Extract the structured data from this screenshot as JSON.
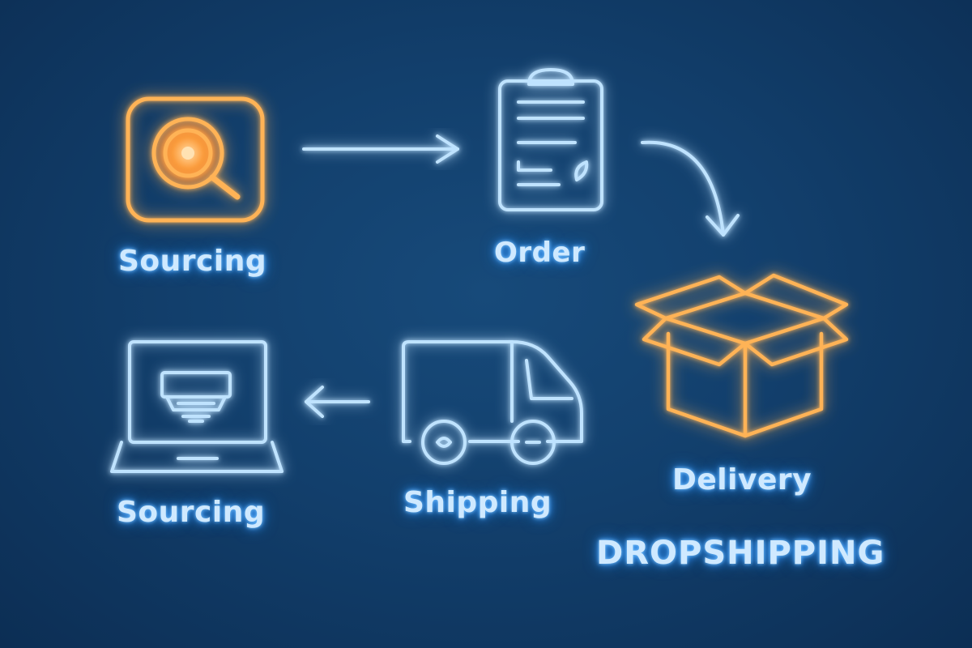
{
  "colors": {
    "background": "#123f6c",
    "neon_blue": "#bfe3ff",
    "neon_blue_glow": "#3d9bff",
    "neon_orange": "#ffb357",
    "neon_orange_glow": "#ff7a1a"
  },
  "steps": [
    {
      "label": "Sourcing",
      "icon": "magnifier-icon",
      "color": "orange"
    },
    {
      "label": "Order",
      "icon": "clipboard-icon",
      "color": "blue"
    },
    {
      "label": "Delivery",
      "icon": "open-box-icon",
      "color": "orange"
    },
    {
      "label": "Shipping",
      "icon": "delivery-truck-icon",
      "color": "blue"
    },
    {
      "label": "Sourcing",
      "icon": "laptop-icon",
      "color": "blue"
    }
  ],
  "brand": "DROPSHIPPING"
}
